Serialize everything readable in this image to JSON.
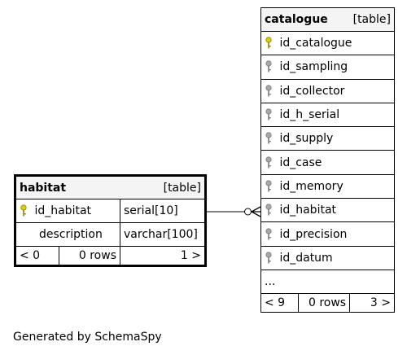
{
  "habitat": {
    "name": "habitat",
    "kind": "[table]",
    "columns": [
      {
        "name": "id_habitat",
        "type": "serial[10]",
        "pk": true
      },
      {
        "name": "description",
        "type": "varchar[100]",
        "pk": false
      }
    ],
    "footer": {
      "parents": "< 0",
      "rows": "0 rows",
      "children": "1 >"
    }
  },
  "catalogue": {
    "name": "catalogue",
    "kind": "[table]",
    "columns": [
      {
        "name": "id_catalogue",
        "pk": true
      },
      {
        "name": "id_sampling",
        "pk": false
      },
      {
        "name": "id_collector",
        "pk": false
      },
      {
        "name": "id_h_serial",
        "pk": false
      },
      {
        "name": "id_supply",
        "pk": false
      },
      {
        "name": "id_case",
        "pk": false
      },
      {
        "name": "id_memory",
        "pk": false
      },
      {
        "name": "id_habitat",
        "pk": false
      },
      {
        "name": "id_precision",
        "pk": false
      },
      {
        "name": "id_datum",
        "pk": false
      }
    ],
    "ellipsis": "...",
    "footer": {
      "parents": "< 9",
      "rows": "0 rows",
      "children": "3 >"
    }
  },
  "caption": "Generated by SchemaSpy",
  "colors": {
    "primary_key": "#e0d000",
    "foreign_key": "#a8a8a8",
    "header_bg": "#f4f4f4"
  }
}
